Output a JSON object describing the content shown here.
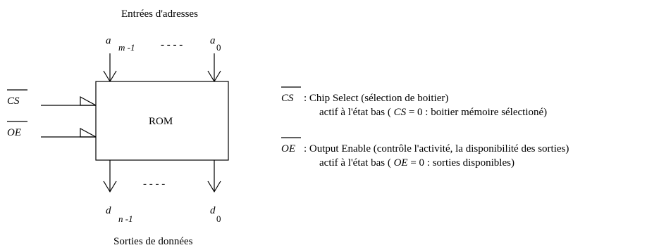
{
  "diagram": {
    "address_title": "Entrées d'adresses",
    "output_title": "Sorties de données",
    "block_label": "ROM",
    "address_msb": {
      "letter": "a",
      "subscript": "m -1"
    },
    "address_lsb": {
      "letter": "a",
      "subscript": "0"
    },
    "data_msb": {
      "letter": "d",
      "subscript": "n -1"
    },
    "data_lsb": {
      "letter": "d",
      "subscript": "0"
    },
    "ellipsis": "- - - -",
    "input_cs": "CS",
    "input_oe": "OE"
  },
  "legend": {
    "cs": {
      "symbol": "CS",
      "line1": ": Chip Select (sélection de boitier)",
      "line2_prefix": "actif à l'état bas    (",
      "line2_var": "CS",
      "line2_suffix": "= 0 : boitier mémoire sélectioné)"
    },
    "oe": {
      "symbol": "OE",
      "line1": ": Output Enable (contrôle l'activité, la disponibilité des sorties)",
      "line2_prefix": "actif à l'état bas    (",
      "line2_var": "OE",
      "line2_suffix": "= 0 : sorties disponibles)"
    }
  }
}
